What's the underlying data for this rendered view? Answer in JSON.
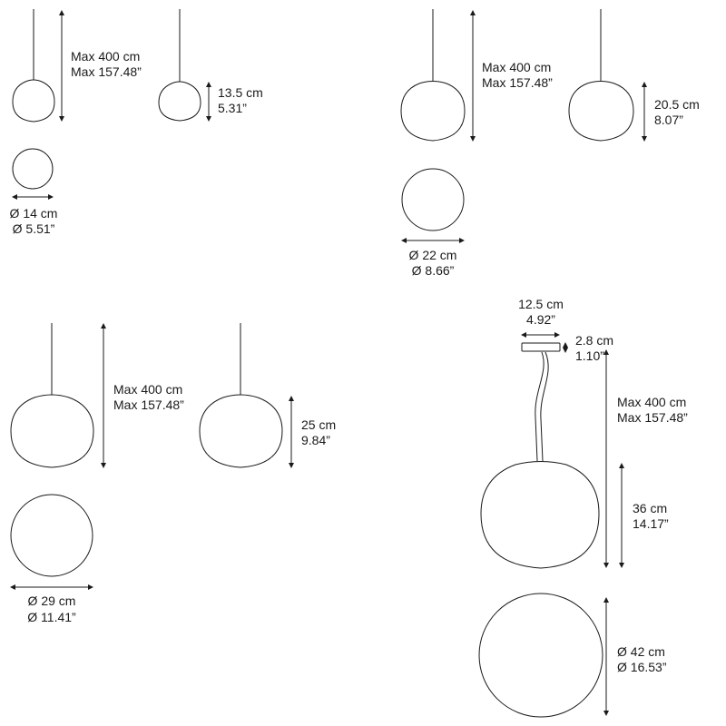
{
  "models": [
    {
      "suspension": {
        "cm": "Max 400 cm",
        "in": "Max 157.48”"
      },
      "height": {
        "cm": "13.5 cm",
        "in": "5.31”"
      },
      "diameter": {
        "cm": "Ø 14 cm",
        "in": "Ø 5.51”"
      }
    },
    {
      "suspension": {
        "cm": "Max 400 cm",
        "in": "Max 157.48”"
      },
      "height": {
        "cm": "20.5 cm",
        "in": "8.07”"
      },
      "diameter": {
        "cm": "Ø 22 cm",
        "in": "Ø 8.66”"
      }
    },
    {
      "suspension": {
        "cm": "Max 400 cm",
        "in": "Max 157.48”"
      },
      "height": {
        "cm": "25 cm",
        "in": "9.84”"
      },
      "diameter": {
        "cm": "Ø 29 cm",
        "in": "Ø 11.41”"
      }
    },
    {
      "canopy_width": {
        "cm": "12.5 cm",
        "in": "4.92”"
      },
      "canopy_height": {
        "cm": "2.8 cm",
        "in": "1.10”"
      },
      "suspension": {
        "cm": "Max 400 cm",
        "in": "Max 157.48”"
      },
      "height": {
        "cm": "36 cm",
        "in": "14.17”"
      },
      "diameter": {
        "cm": "Ø 42 cm",
        "in": "Ø 16.53”"
      }
    }
  ]
}
